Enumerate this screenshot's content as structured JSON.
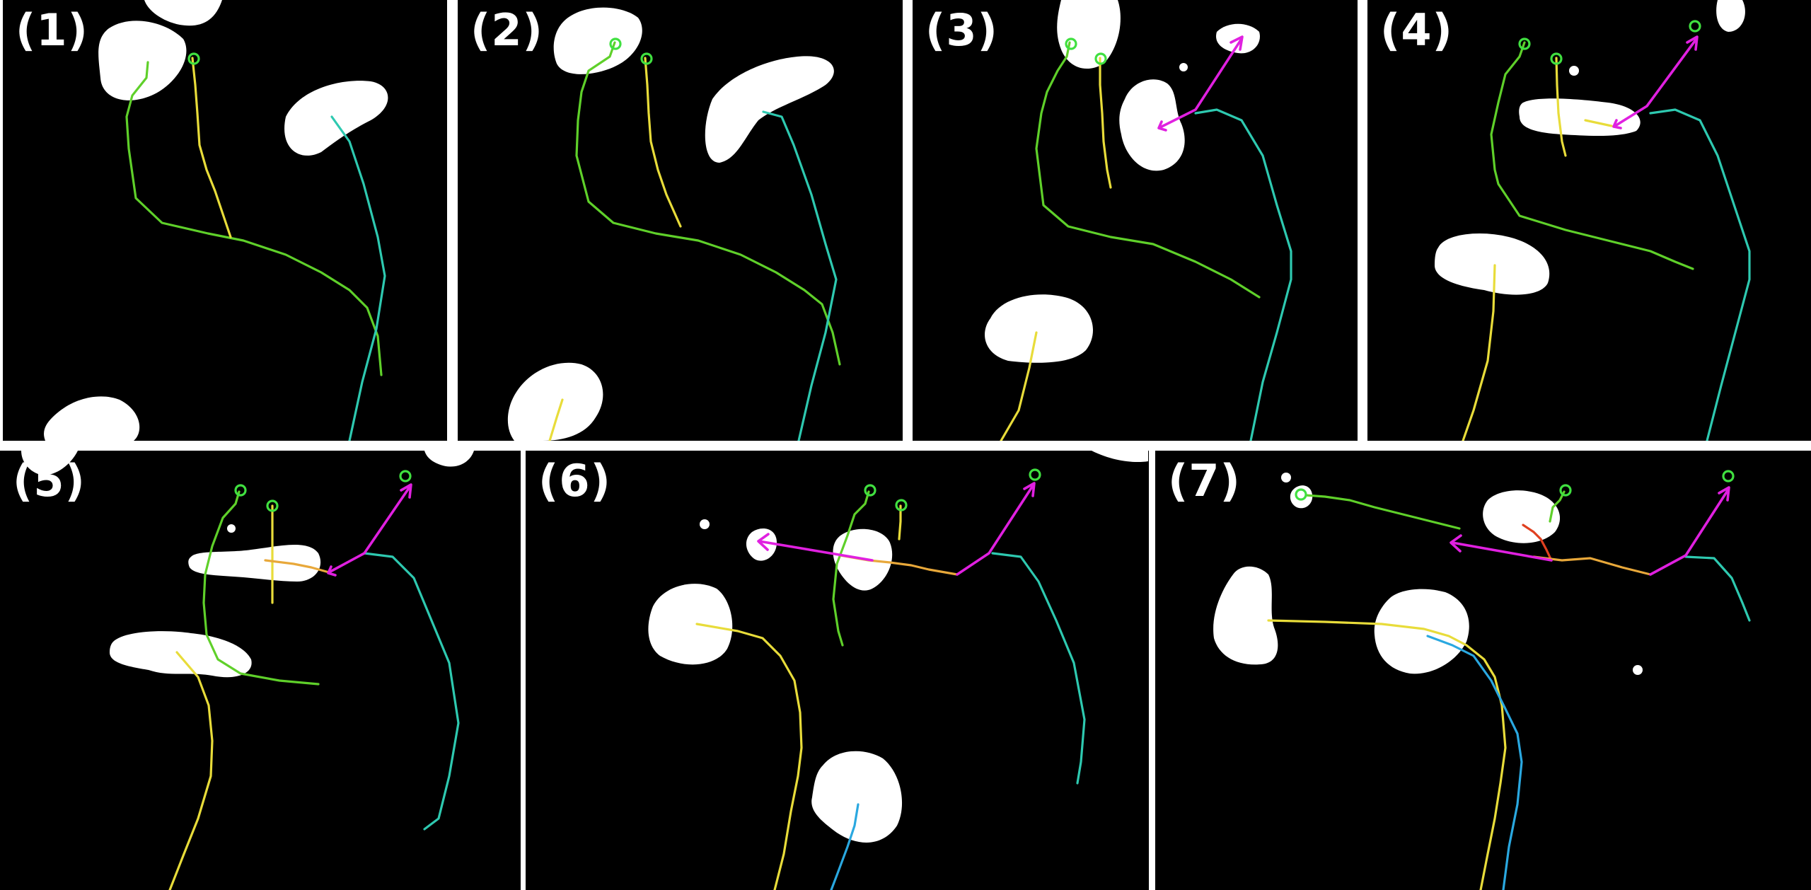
{
  "figure": {
    "panels": [
      {
        "id": "p1",
        "label": "(1)"
      },
      {
        "id": "p2",
        "label": "(2)"
      },
      {
        "id": "p3",
        "label": "(3)"
      },
      {
        "id": "p4",
        "label": "(4)"
      },
      {
        "id": "p5",
        "label": "(5)"
      },
      {
        "id": "p6",
        "label": "(6)"
      },
      {
        "id": "p7",
        "label": "(7)"
      }
    ]
  },
  "colors": {
    "background": "#000000",
    "frame": "#ffffff",
    "blob": "#ffffff",
    "track_green": "#5fd02a",
    "track_yellow": "#e8dc3a",
    "track_cyan": "#2ec9b0",
    "track_orange": "#e8a83a",
    "track_blue": "#2aa8e0",
    "track_red": "#e04020",
    "arrow_magenta": "#e020e0",
    "tip_marker": "#40e040"
  }
}
